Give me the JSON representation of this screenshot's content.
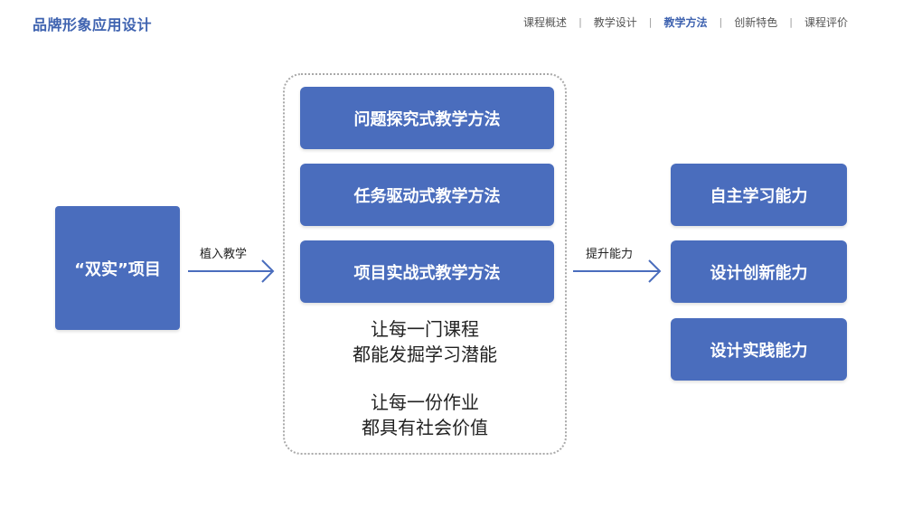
{
  "header": {
    "brand": "品牌形象应用设计",
    "nav": [
      "课程概述",
      "教学设计",
      "教学方法",
      "创新特色",
      "课程评价"
    ],
    "active_index": 2
  },
  "diagram": {
    "source": "“双实”项目",
    "arrow1_label": "植入教学",
    "methods": [
      "问题探究式教学方法",
      "任务驱动式教学方法",
      "项目实战式教学方法"
    ],
    "statements": [
      [
        "让每一门课程",
        "都能发掘学习潜能"
      ],
      [
        "让每一份作业",
        "都具有社会价值"
      ]
    ],
    "arrow2_label": "提升能力",
    "abilities": [
      "自主学习能力",
      "设计创新能力",
      "设计实践能力"
    ]
  },
  "colors": {
    "accent": "#3f63b0",
    "box_fill": "#4a6dbd",
    "arrow": "#4a6dbd",
    "frame": "#a9a9a9"
  }
}
